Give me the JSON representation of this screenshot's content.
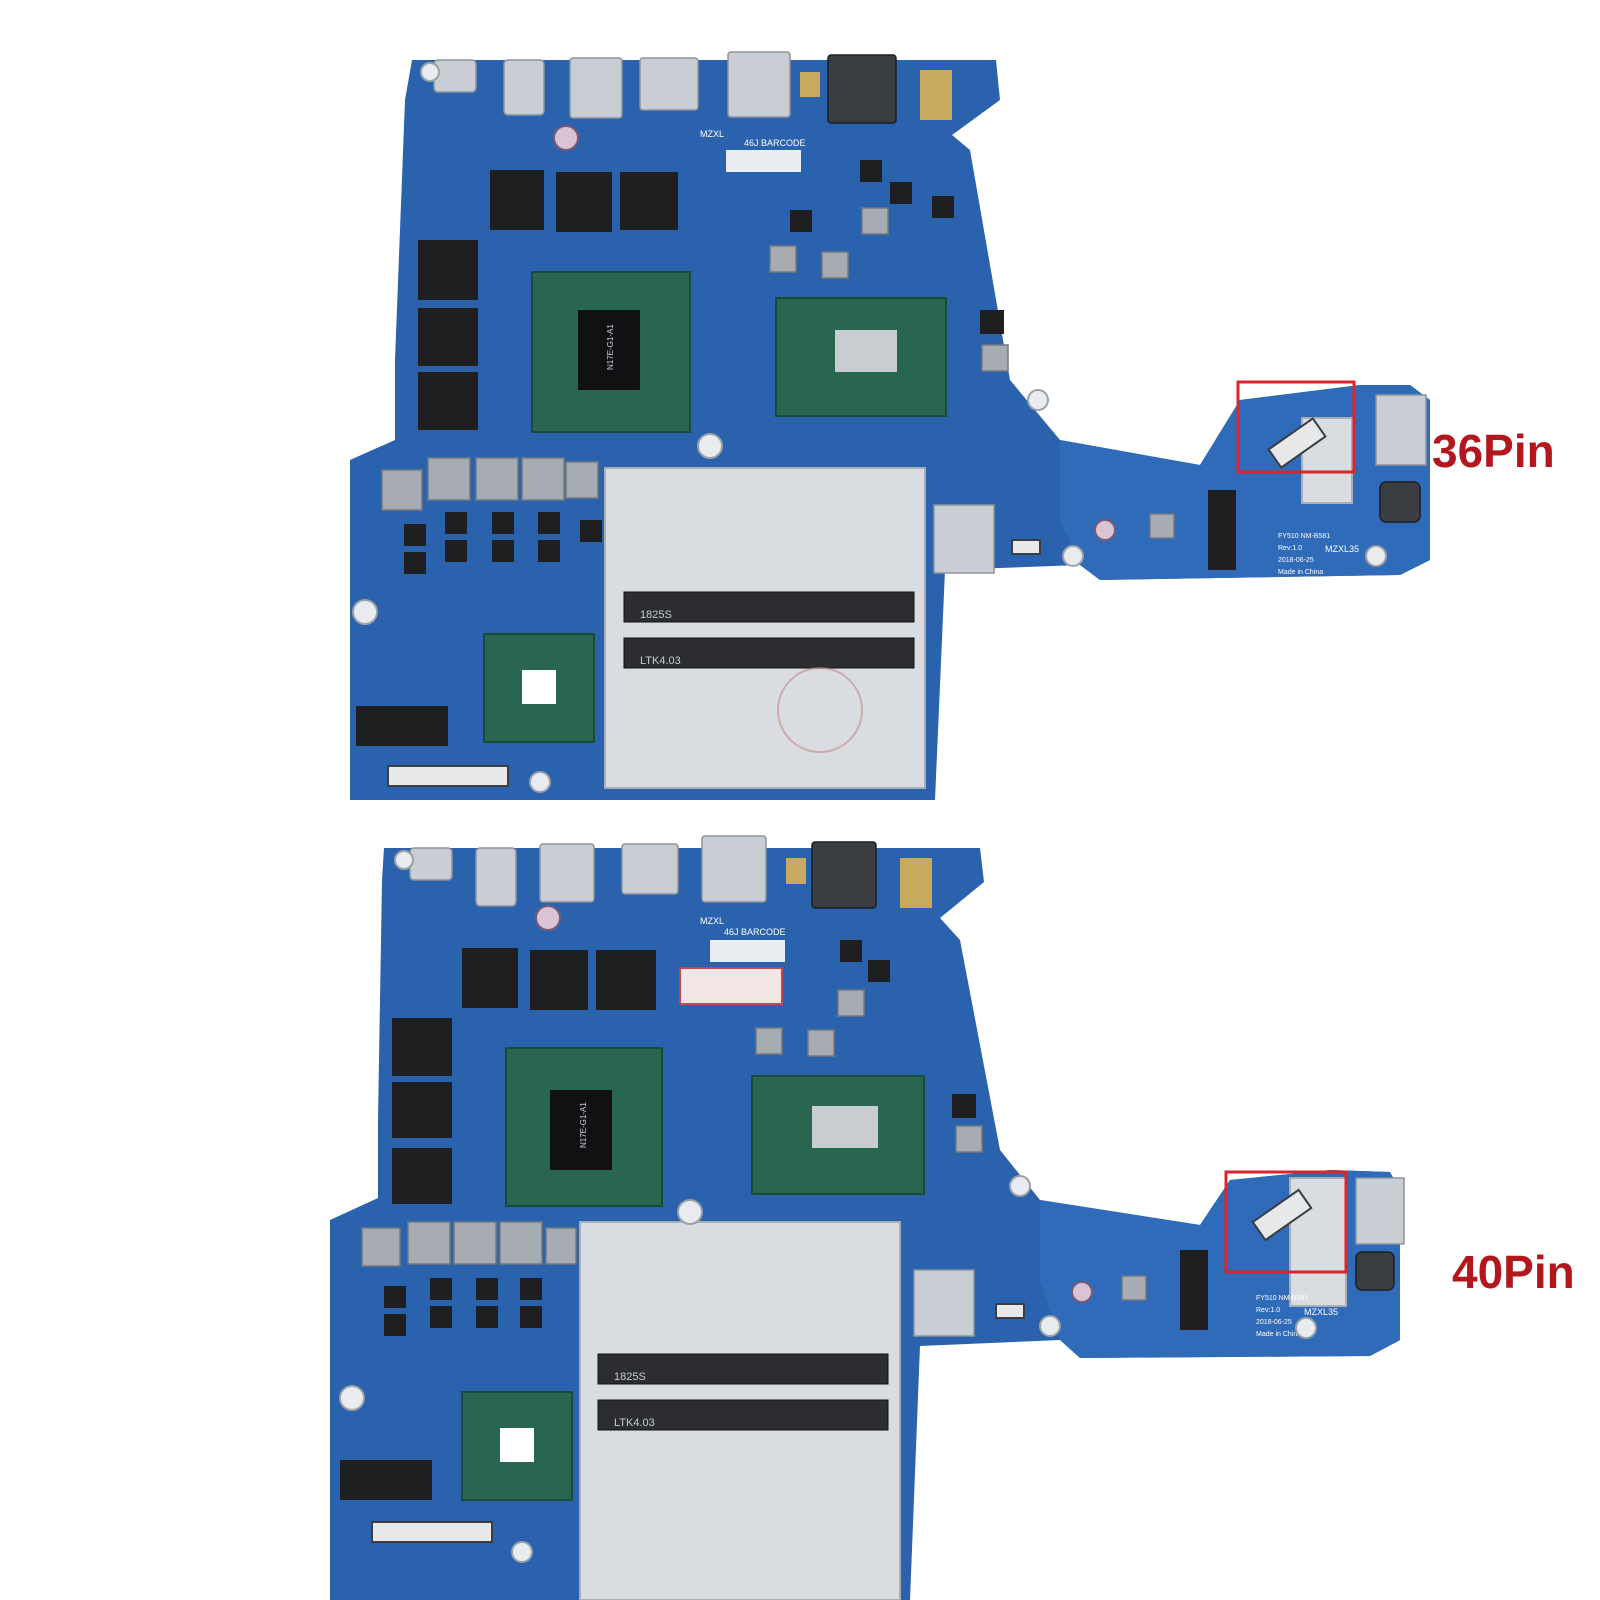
{
  "colors": {
    "label": "#b3171d",
    "pcb": "#2a62ad",
    "pcb_dark": "#1f4f93",
    "highlight": "#d8262c",
    "chip": "#1f1f22",
    "bga": "#28664f",
    "shield": "#d9dde1"
  },
  "boards": [
    {
      "variant": "top",
      "connector_label": "36Pin",
      "silkscreen": {
        "model": "MZXL",
        "model_side": "MZXL35",
        "dimm_label": "LTK4.03",
        "dimm_code": "1825S",
        "gpu_chip": "N17E-G1-A1",
        "subboard": "FY510 NM-B581",
        "rev": "Rev:1.0",
        "date": "2018-06-25",
        "origin": "Made in China",
        "barcode": "46J BARCODE"
      }
    },
    {
      "variant": "bottom",
      "connector_label": "40Pin",
      "silkscreen": {
        "model": "MZXL",
        "model_side": "MZXL35",
        "dimm_label": "LTK4.03",
        "dimm_code": "1825S",
        "gpu_chip": "N17E-G1-A1",
        "subboard": "FY510 NM-B581",
        "rev": "Rev:1.0",
        "date": "2018-06-25",
        "origin": "Made in China",
        "barcode": "46J BARCODE"
      }
    }
  ]
}
